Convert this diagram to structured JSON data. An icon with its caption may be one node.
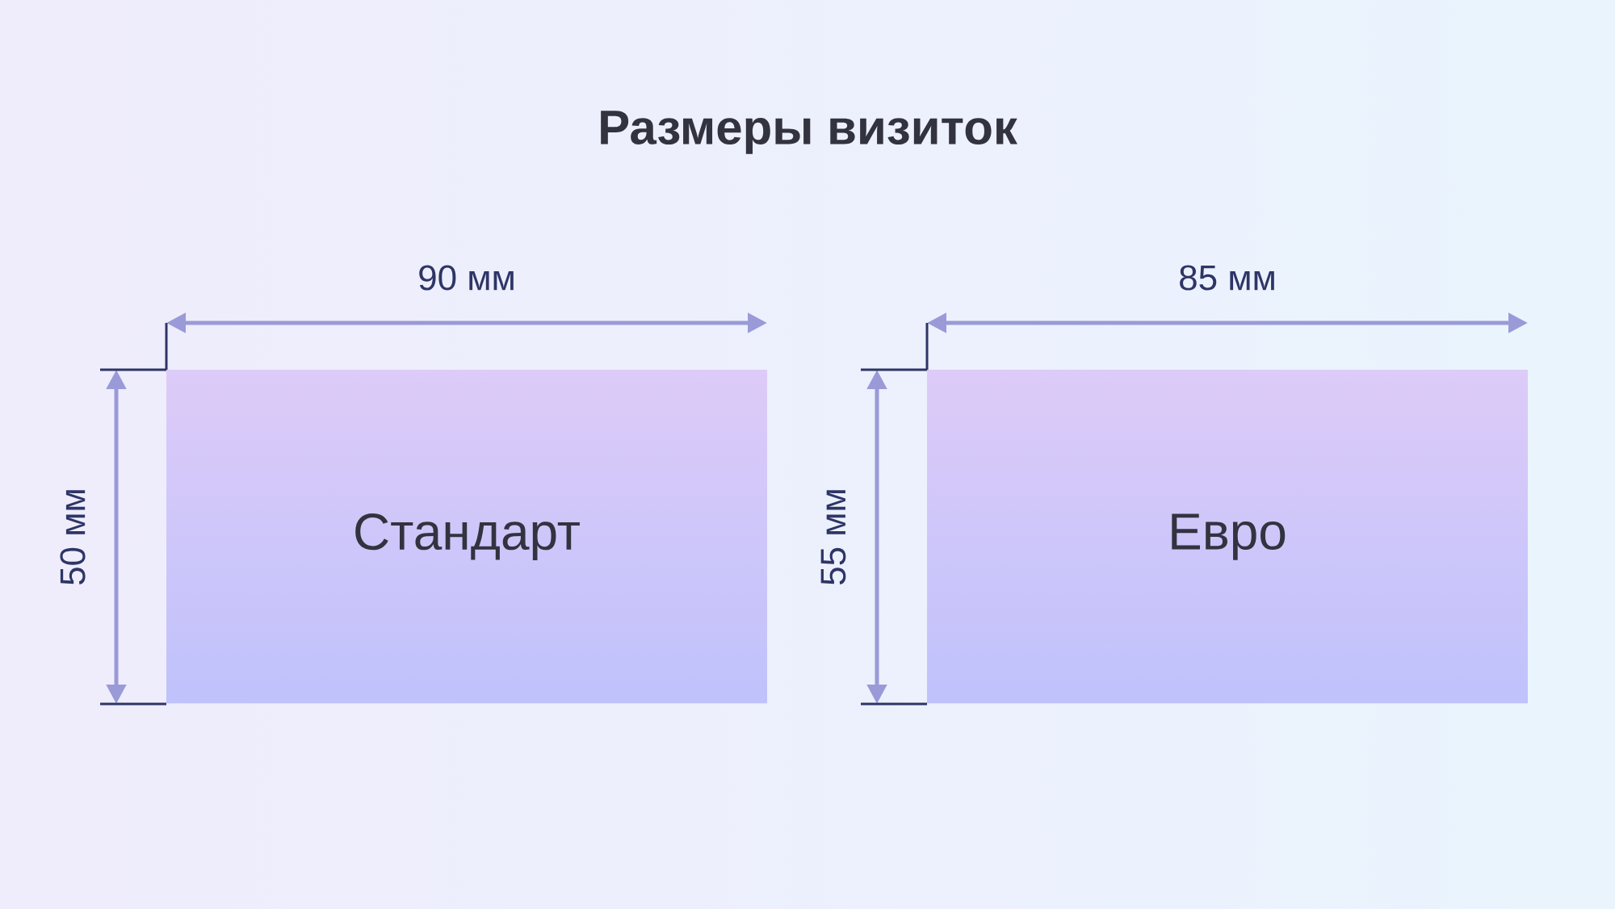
{
  "diagram": {
    "title": "Размеры визиток",
    "nodes": [
      {
        "text": [
          "Стандарт"
        ]
      },
      {
        "text": [
          "Евро"
        ]
      }
    ],
    "labels": [
      "90 мм",
      "50 мм",
      "85 мм",
      "55 мм"
    ]
  }
}
